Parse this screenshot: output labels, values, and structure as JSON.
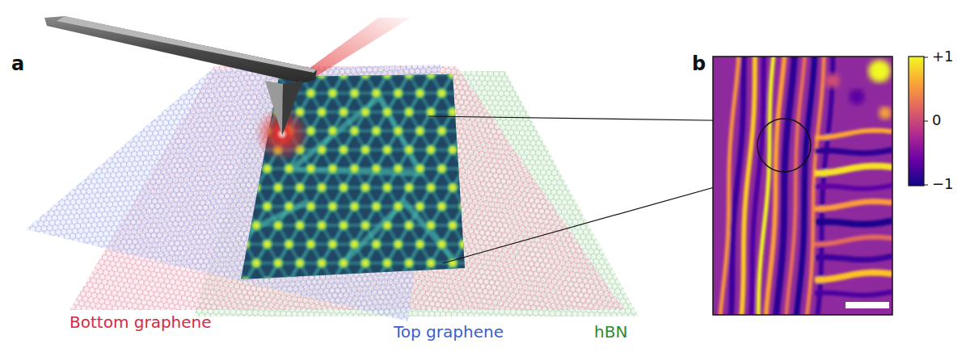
{
  "diagram": {
    "labels": [
      "a",
      "Bottom graphene",
      "Top graphene",
      "hBN",
      "b",
      "+1",
      "0",
      "−1"
    ]
  }
}
